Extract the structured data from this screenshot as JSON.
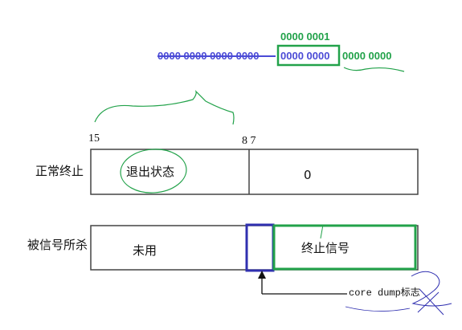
{
  "bit_labels": {
    "low_byte_value": "0000 0001",
    "struck_bits": "0000 0000 0000 0000",
    "boxed_byte": "0000 0000",
    "low_byte": "0000 0000"
  },
  "layout_labels": {
    "bit_15": "15",
    "bit_8_7": "8 7"
  },
  "rows": [
    {
      "row_label": "正常终止",
      "high_field": "退出状态",
      "low_field": "0"
    },
    {
      "row_label": "被信号所杀",
      "high_field": "未用",
      "low_field": "终止信号"
    }
  ],
  "annotation": {
    "core_dump": "core dump标志"
  },
  "colors": {
    "accent_blue": "#3030b0",
    "accent_green": "#22a24a",
    "text_blue": "#4b4bd6"
  }
}
